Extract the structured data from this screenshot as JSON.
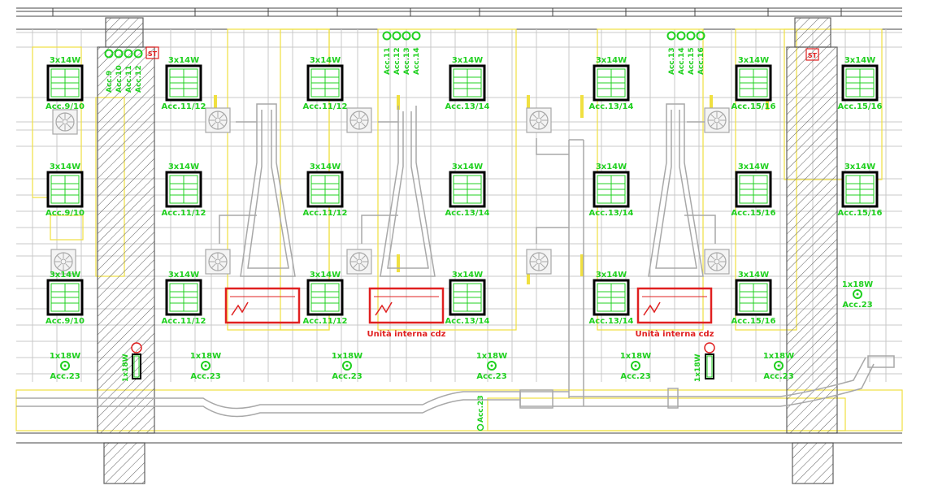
{
  "colors": {
    "fixture_text": "#20d020",
    "fixture_frame": "#000000",
    "grid": "#c8c8c8",
    "zone": "#f0e040",
    "duct": "#a8a8a8",
    "unit": "#e02020",
    "wall": "#606060"
  },
  "labels": {
    "lamp_3x14": "3x14W",
    "lamp_1x18": "1x18W",
    "acc_9_10": "Acc.9/10",
    "acc_11_12": "Acc.11/12",
    "acc_13_14": "Acc.13/14",
    "acc_15_16": "Acc.15/16",
    "acc_23": "Acc.23",
    "st": "ST",
    "unit_cdz": "Unità interna cdz",
    "lamp_18w_vertical": "1x18W",
    "acc_23_vertical": "Acc.23"
  },
  "vertical_groups": [
    [
      "Acc.9",
      "Acc.10",
      "Acc.11",
      "Acc.12"
    ],
    [
      "Acc.11",
      "Acc.12",
      "Acc.13",
      "Acc.14"
    ],
    [
      "Acc.13",
      "Acc.14",
      "Acc.15",
      "Acc.16"
    ]
  ],
  "fixtures": [
    {
      "col": 0,
      "row": 0,
      "acc": "Acc.9/10"
    },
    {
      "col": 0,
      "row": 1,
      "acc": "Acc.9/10"
    },
    {
      "col": 0,
      "row": 2,
      "acc": "Acc.9/10"
    },
    {
      "col": 1,
      "row": 0,
      "acc": "Acc.11/12"
    },
    {
      "col": 1,
      "row": 1,
      "acc": "Acc.11/12"
    },
    {
      "col": 1,
      "row": 2,
      "acc": "Acc.11/12"
    },
    {
      "col": 2,
      "row": 0,
      "acc": "Acc.11/12"
    },
    {
      "col": 2,
      "row": 1,
      "acc": "Acc.11/12"
    },
    {
      "col": 2,
      "row": 2,
      "acc": "Acc.11/12"
    },
    {
      "col": 3,
      "row": 0,
      "acc": "Acc.13/14"
    },
    {
      "col": 3,
      "row": 1,
      "acc": "Acc.13/14"
    },
    {
      "col": 3,
      "row": 2,
      "acc": "Acc.13/14"
    },
    {
      "col": 4,
      "row": 0,
      "acc": "Acc.13/14"
    },
    {
      "col": 4,
      "row": 1,
      "acc": "Acc.13/14"
    },
    {
      "col": 4,
      "row": 2,
      "acc": "Acc.13/14"
    },
    {
      "col": 5,
      "row": 0,
      "acc": "Acc.15/16"
    },
    {
      "col": 5,
      "row": 1,
      "acc": "Acc.15/16"
    },
    {
      "col": 5,
      "row": 2,
      "acc": "Acc.15/16"
    },
    {
      "col": 6,
      "row": 0,
      "acc": "Acc.15/16"
    },
    {
      "col": 6,
      "row": 1,
      "acc": "Acc.15/16"
    }
  ],
  "downlights": [
    {
      "label": "1x18W",
      "acc": "Acc.23"
    },
    {
      "label": "1x18W",
      "acc": "Acc.23"
    },
    {
      "label": "1x18W",
      "acc": "Acc.23"
    },
    {
      "label": "1x18W",
      "acc": "Acc.23"
    },
    {
      "label": "1x18W",
      "acc": "Acc.23"
    },
    {
      "label": "1x18W",
      "acc": "Acc.23"
    },
    {
      "label": "1x18W",
      "acc": "Acc.23"
    }
  ]
}
